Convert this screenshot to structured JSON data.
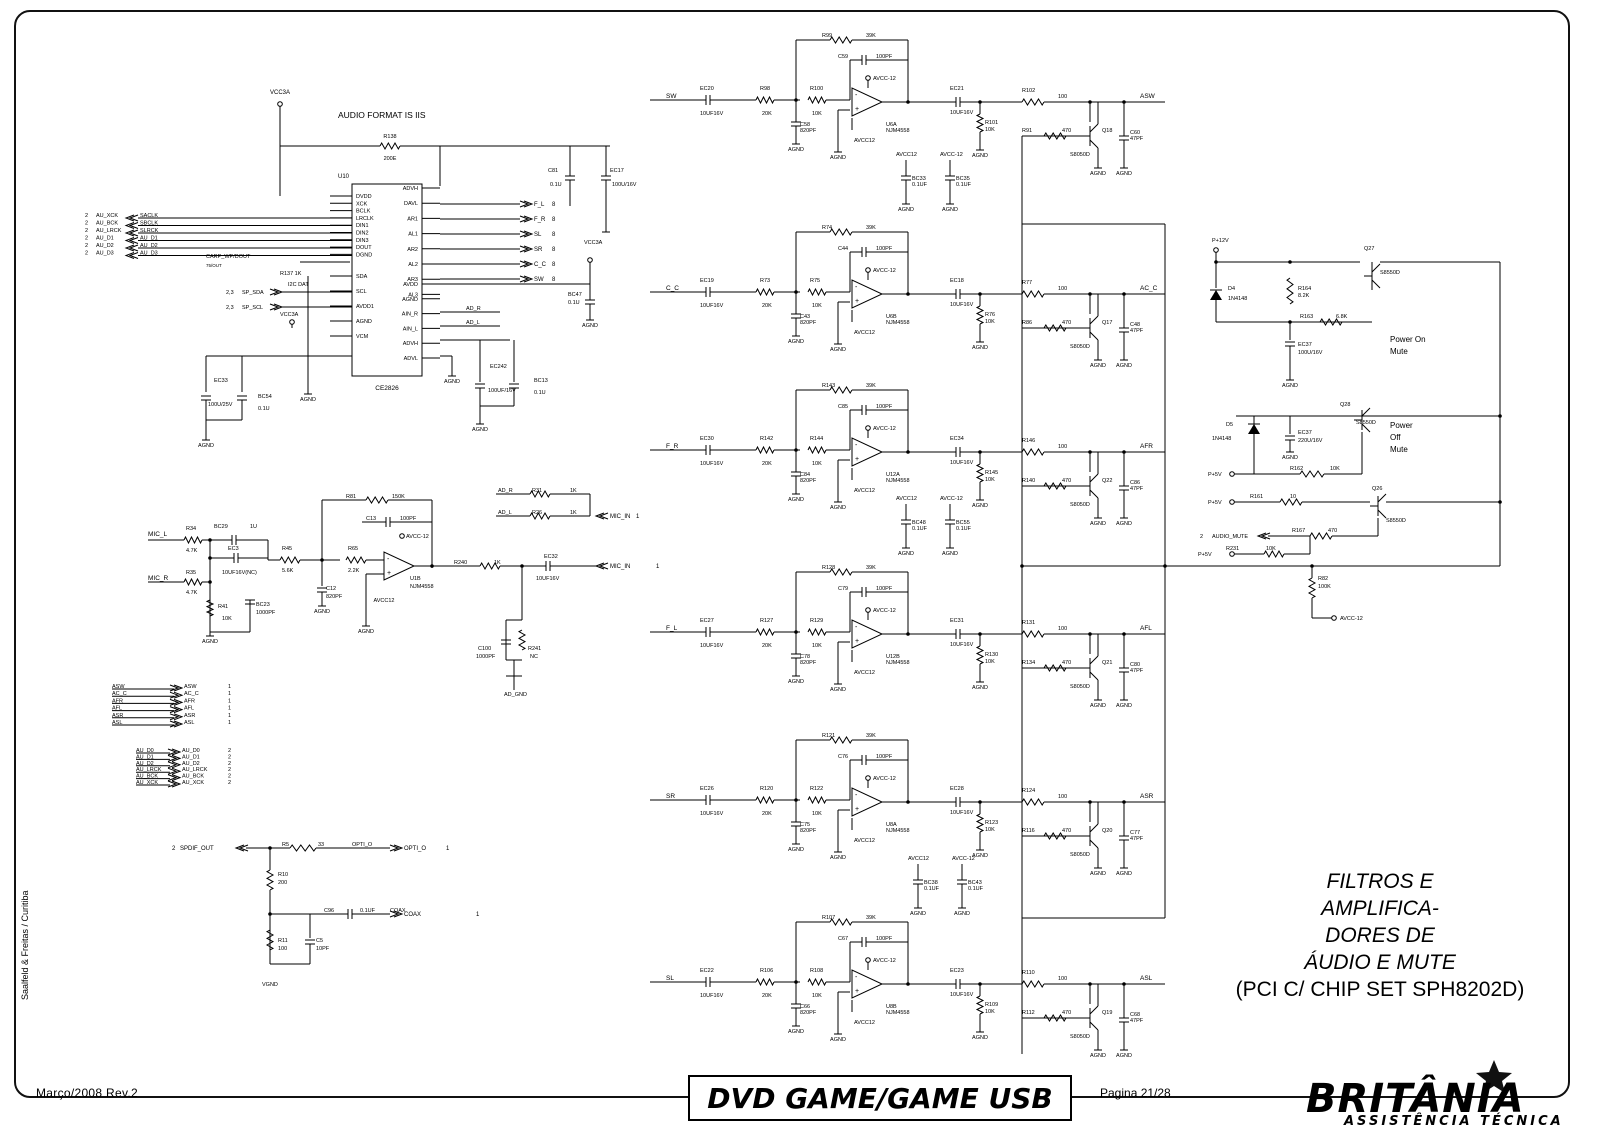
{
  "footer": {
    "date_rev": "Março/2008 Rev.2",
    "model": "DVD GAME/GAME USB",
    "page": "Pagina 21/28",
    "credit": "Saalfeld & Freitas / Curitiba"
  },
  "block_title": {
    "lines": [
      "FILTROS E",
      "AMPLIFICA-",
      "DORES DE",
      "ÁUDIO E MUTE"
    ],
    "sub": "(PCI C/ CHIP SET SPH8202D)"
  },
  "brand": {
    "name": "BRITÂNIA",
    "sub": "ASSISTÊNCIA TÉCNICA"
  },
  "codec": {
    "audio_format": "AUDIO FORMAT IS IIS",
    "chip": "CE2826",
    "ref": "U10",
    "vcc": "VCC3A",
    "r138": "R138",
    "r138v": "200E",
    "left_pins": [
      "DVDD",
      "XCK",
      "BCLK",
      "LRCLK",
      "DIN1",
      "DIN2",
      "DIN3",
      "DOUT",
      "DGND",
      "SDA",
      "SCL",
      "AVDD1",
      "AGND",
      "VCM"
    ],
    "right_pins": [
      "ADVH",
      "DAVL",
      "AR1",
      "AL1",
      "AR2",
      "AL2",
      "AR3",
      "AL3",
      "AVDD",
      "AGND",
      "AIN_R",
      "AIN_L",
      "ADVH",
      "ADVL"
    ],
    "inputs": [
      {
        "sheet": "2",
        "net": "AU_XCK",
        "bus": "SACLK"
      },
      {
        "sheet": "2",
        "net": "AU_BCK",
        "bus": "SBCLK"
      },
      {
        "sheet": "2",
        "net": "AU_LRCK",
        "bus": "SLRCK"
      },
      {
        "sheet": "2",
        "net": "AU_D1",
        "bus": "AU_D1"
      },
      {
        "sheet": "2",
        "net": "AU_D2",
        "bus": "AU_D2"
      },
      {
        "sheet": "2",
        "net": "AU_D3",
        "bus": "AU_D3"
      }
    ],
    "outputs": [
      {
        "net": "F_L",
        "sheet": "8"
      },
      {
        "net": "F_R",
        "sheet": "8"
      },
      {
        "net": "SL",
        "sheet": "8"
      },
      {
        "net": "SR",
        "sheet": "8"
      },
      {
        "net": "C_C",
        "sheet": "8"
      },
      {
        "net": "SW",
        "sheet": "8"
      }
    ],
    "i2c": [
      {
        "net": "SP_SDA",
        "sheet": "2,3"
      },
      {
        "net": "SP_SCL",
        "sheet": "2,3"
      }
    ],
    "i2c_label": "I2C DAT",
    "dout": "CARP_WP/DOUT",
    "dout_note": "75/OUT",
    "r137": "R137  1K",
    "ad_nets": [
      "AD_R",
      "AD_L"
    ],
    "caps": [
      {
        "ref": "C81",
        "val": "0.1U"
      },
      {
        "ref": "EC17",
        "val": "100U/16V"
      },
      {
        "ref": "BC47",
        "val": "0.1U"
      },
      {
        "ref": "EC33",
        "val": "100U/25V"
      },
      {
        "ref": "BC54",
        "val": "0.1U"
      },
      {
        "ref": "EC242",
        "val": "100UF/16V"
      },
      {
        "ref": "BC13",
        "val": "0.1U"
      }
    ]
  },
  "mic": {
    "inputs": [
      "MIC_L",
      "MIC_R"
    ],
    "parts": [
      {
        "ref": "R34",
        "val": "4.7K"
      },
      {
        "ref": "R35",
        "val": "4.7K"
      },
      {
        "ref": "BC29",
        "val": "1U"
      },
      {
        "ref": "EC3",
        "val": "10UF16V(NC)"
      },
      {
        "ref": "R45",
        "val": "5.6K"
      },
      {
        "ref": "R41",
        "val": "10K"
      },
      {
        "ref": "BC23",
        "val": "1000PF"
      },
      {
        "ref": "R81",
        "val": "150K"
      },
      {
        "ref": "C13",
        "val": "100PF"
      },
      {
        "ref": "R65",
        "val": "2.2K"
      },
      {
        "ref": "C12",
        "val": "820PF"
      },
      {
        "ref": "U1B",
        "val": "NJM4558"
      },
      {
        "ref": "R240",
        "val": "1K"
      },
      {
        "ref": "EC32",
        "val": "10UF16V"
      },
      {
        "ref": "C100",
        "val": "1000PF"
      },
      {
        "ref": "R241",
        "val": "NC"
      },
      {
        "ref": "R31",
        "val": "1K"
      },
      {
        "ref": "R26",
        "val": "1K"
      }
    ],
    "mic_in": "MIC_IN",
    "mic_in_sheet": "1",
    "ad_gnd": "AD_GND"
  },
  "audio_channels": [
    {
      "in": "SW",
      "ec_in": "EC20",
      "r_in": "R98",
      "r_in_v": "20K",
      "r_fb": "R99",
      "r_fb_v": "39K",
      "c_fb": "C59",
      "c_fb_v": "100PF",
      "r_g": "R100",
      "r_g_v": "10K",
      "c_g": "C58",
      "c_g_v": "820PF",
      "u": "U6A",
      "ec_out": "EC21",
      "r_load": "R101",
      "r_load_v": "10K",
      "r_out": "R102",
      "r_out_v": "100",
      "r_base": "R91",
      "r_base_v": "470",
      "q": "Q18",
      "c_out": "C60",
      "c_out_v": "47PF",
      "out": "ASW"
    },
    {
      "in": "C_C",
      "ec_in": "EC19",
      "r_in": "R73",
      "r_in_v": "20K",
      "r_fb": "R74",
      "r_fb_v": "39K",
      "c_fb": "C44",
      "c_fb_v": "100PF",
      "r_g": "R75",
      "r_g_v": "10K",
      "c_g": "C43",
      "c_g_v": "820PF",
      "u": "U6B",
      "ec_out": "EC18",
      "r_load": "R76",
      "r_load_v": "10K",
      "r_out": "R77",
      "r_out_v": "100",
      "r_base": "R86",
      "r_base_v": "470",
      "q": "Q17",
      "c_out": "C48",
      "c_out_v": "47PF",
      "out": "AC_C"
    },
    {
      "in": "F_R",
      "ec_in": "EC30",
      "r_in": "R142",
      "r_in_v": "20K",
      "r_fb": "R143",
      "r_fb_v": "39K",
      "c_fb": "C85",
      "c_fb_v": "100PF",
      "r_g": "R144",
      "r_g_v": "10K",
      "c_g": "C84",
      "c_g_v": "820PF",
      "u": "U12A",
      "ec_out": "EC34",
      "r_load": "R145",
      "r_load_v": "10K",
      "r_out": "R146",
      "r_out_v": "100",
      "r_base": "R140",
      "r_base_v": "470",
      "q": "Q22",
      "c_out": "C86",
      "c_out_v": "47PF",
      "out": "AFR"
    },
    {
      "in": "F_L",
      "ec_in": "EC27",
      "r_in": "R127",
      "r_in_v": "20K",
      "r_fb": "R128",
      "r_fb_v": "39K",
      "c_fb": "C79",
      "c_fb_v": "100PF",
      "r_g": "R129",
      "r_g_v": "10K",
      "c_g": "C78",
      "c_g_v": "820PF",
      "u": "U12B",
      "ec_out": "EC31",
      "r_load": "R130",
      "r_load_v": "10K",
      "r_out": "R131",
      "r_out_v": "100",
      "r_base": "R134",
      "r_base_v": "470",
      "q": "Q21",
      "c_out": "C80",
      "c_out_v": "47PF",
      "out": "AFL"
    },
    {
      "in": "SR",
      "ec_in": "EC26",
      "r_in": "R120",
      "r_in_v": "20K",
      "r_fb": "R121",
      "r_fb_v": "39K",
      "c_fb": "C76",
      "c_fb_v": "100PF",
      "r_g": "R122",
      "r_g_v": "10K",
      "c_g": "C75",
      "c_g_v": "820PF",
      "u": "U8A",
      "ec_out": "EC28",
      "r_load": "R123",
      "r_load_v": "10K",
      "r_out": "R124",
      "r_out_v": "100",
      "r_base": "R116",
      "r_base_v": "470",
      "q": "Q20",
      "c_out": "C77",
      "c_out_v": "47PF",
      "out": "ASR"
    },
    {
      "in": "SL",
      "ec_in": "EC22",
      "r_in": "R106",
      "r_in_v": "20K",
      "r_fb": "R107",
      "r_fb_v": "39K",
      "c_fb": "C67",
      "c_fb_v": "100PF",
      "r_g": "R108",
      "r_g_v": "10K",
      "c_g": "C66",
      "c_g_v": "820PF",
      "u": "U8B",
      "ec_out": "EC23",
      "r_load": "R109",
      "r_load_v": "10K",
      "r_out": "R110",
      "r_out_v": "100",
      "r_base": "R112",
      "r_base_v": "470",
      "q": "Q19",
      "c_out": "C68",
      "c_out_v": "47PF",
      "out": "ASL"
    }
  ],
  "channel_common": {
    "cap_in_v": "10UF16V",
    "opamp": "NJM4558",
    "avcc_pos": "AVCC12",
    "avcc_neg": "AVCC-12",
    "agnd": "AGND",
    "q_type": "S8050D"
  },
  "decoupling": [
    {
      "ref": "BC33",
      "val": "0.1UF"
    },
    {
      "ref": "BC35",
      "val": "0.1UF"
    },
    {
      "ref": "BC48",
      "val": "0.1UF"
    },
    {
      "ref": "BC55",
      "val": "0.1UF"
    },
    {
      "ref": "BC38",
      "val": "0.1UF"
    },
    {
      "ref": "BC43",
      "val": "0.1UF"
    }
  ],
  "net_table": [
    {
      "left": "ASW",
      "right": "ASW",
      "n": "1"
    },
    {
      "left": "AC_C",
      "right": "AC_C",
      "n": "1"
    },
    {
      "left": "AFR",
      "right": "AFR",
      "n": "1"
    },
    {
      "left": "AFL",
      "right": "AFL",
      "n": "1"
    },
    {
      "left": "ASR",
      "right": "ASR",
      "n": "1"
    },
    {
      "left": "ASL",
      "right": "ASL",
      "n": "1"
    }
  ],
  "bus_table": [
    {
      "left": "AU_D0",
      "right": "AU_D0",
      "n": "2"
    },
    {
      "left": "AU_D1",
      "right": "AU_D1",
      "n": "2"
    },
    {
      "left": "AU_D2",
      "right": "AU_D2",
      "n": "2"
    },
    {
      "left": "AU_LRCK",
      "right": "AU_LRCK",
      "n": "2"
    },
    {
      "left": "AU_BCK",
      "right": "AU_BCK",
      "n": "2"
    },
    {
      "left": "AU_XCK",
      "right": "AU_XCK",
      "n": "2"
    }
  ],
  "spdif": {
    "in": "SPDIF_OUT",
    "in_sheet": "2",
    "r5": "R5",
    "r5v": "33",
    "opti_net": "OPTI_O",
    "opti_out": "OPTI_O",
    "opti_sheet": "1",
    "r10": "R10",
    "r10v": "200",
    "c96": "C96",
    "c96v": "0.1UF",
    "coax_net": "COAX",
    "coax_out": "COAX",
    "coax_sheet": "1",
    "r11": "R11",
    "r11v": "100",
    "c5": "C5",
    "c5v": "10PF",
    "gnd": "VGND"
  },
  "mute": {
    "p12": "P+12V",
    "p5": "P+5V",
    "d4": "D4",
    "d4v": "1N4148",
    "r164": "R164",
    "r164v": "8.2K",
    "r163": "R163",
    "r163v": "6.8K",
    "q27": "Q27",
    "q27v": "S8550D",
    "ec37a": "EC37",
    "ec37av": "100U/16V",
    "power_on": [
      "Power On",
      "Mute"
    ],
    "d5": "D5",
    "d5v": "1N4148",
    "ec37b": "EC37",
    "ec37bv": "220U/16V",
    "q28": "Q28",
    "q28v": "S8550D",
    "r162": "R162",
    "r162v": "10K",
    "power_off": [
      "Power",
      "Off",
      "Mute"
    ],
    "r161": "R161",
    "r161v": "10",
    "q26": "Q26",
    "q26v": "S8550D",
    "audio_mute": "AUDIO_MUTE",
    "audio_mute_sheet": "2",
    "r167": "R167",
    "r167v": "470",
    "r231": "R231",
    "r231v": "10K",
    "r82": "R82",
    "r82v": "100K",
    "avcc": "AVCC-12"
  }
}
